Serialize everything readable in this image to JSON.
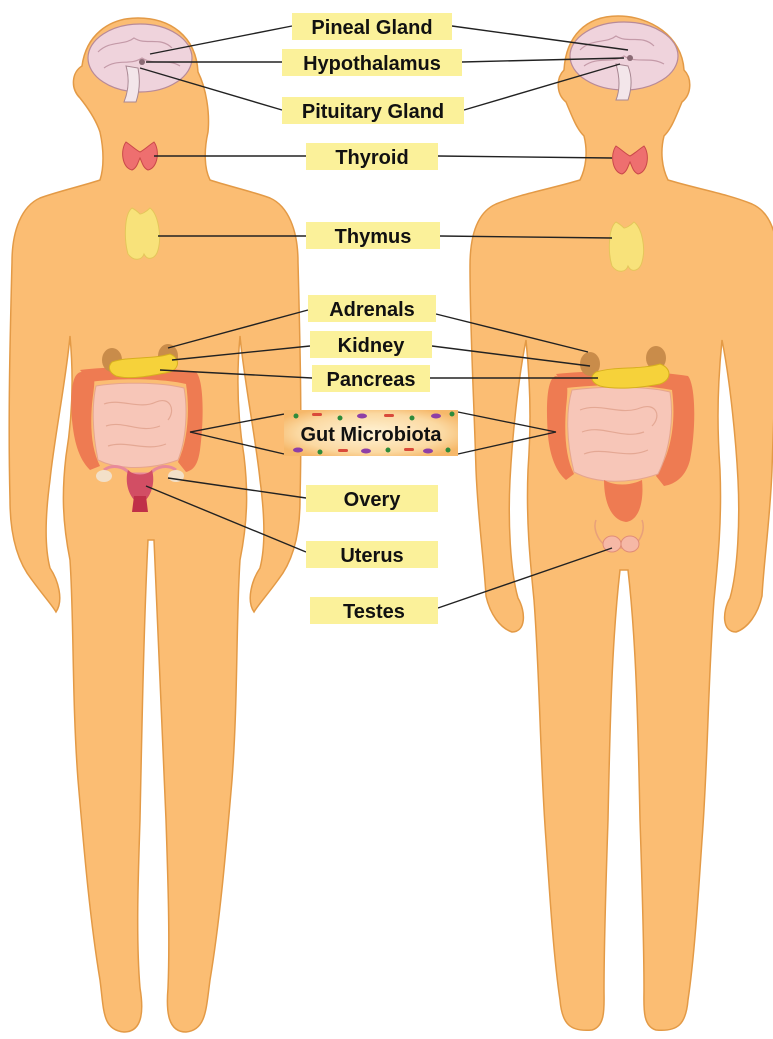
{
  "labels": {
    "pineal": "Pineal Gland",
    "hypothalamus": "Hypothalamus",
    "pituitary": "Pituitary Gland",
    "thyroid": "Thyroid",
    "thymus": "Thymus",
    "adrenals": "Adrenals",
    "kidney": "Kidney",
    "pancreas": "Pancreas",
    "gut": "Gut Microbiota",
    "ovary": "Overy",
    "uterus": "Uterus",
    "testes": "Testes"
  },
  "colors": {
    "body_fill": "#FBBD73",
    "body_outline": "#E39A46",
    "label_bg": "#FBF19A",
    "brain": "#EFD3DC",
    "thyroid": "#EE6F6F",
    "thymus": "#F8E27A",
    "pancreas": "#F6D23A",
    "kidney": "#C98C4A",
    "colon": "#EE7B52",
    "intestine": "#F7C6B8",
    "uterus": "#C03048",
    "leader_line": "#222222"
  },
  "icons": {
    "left_figure": "female-body-icon",
    "right_figure": "male-body-icon"
  }
}
